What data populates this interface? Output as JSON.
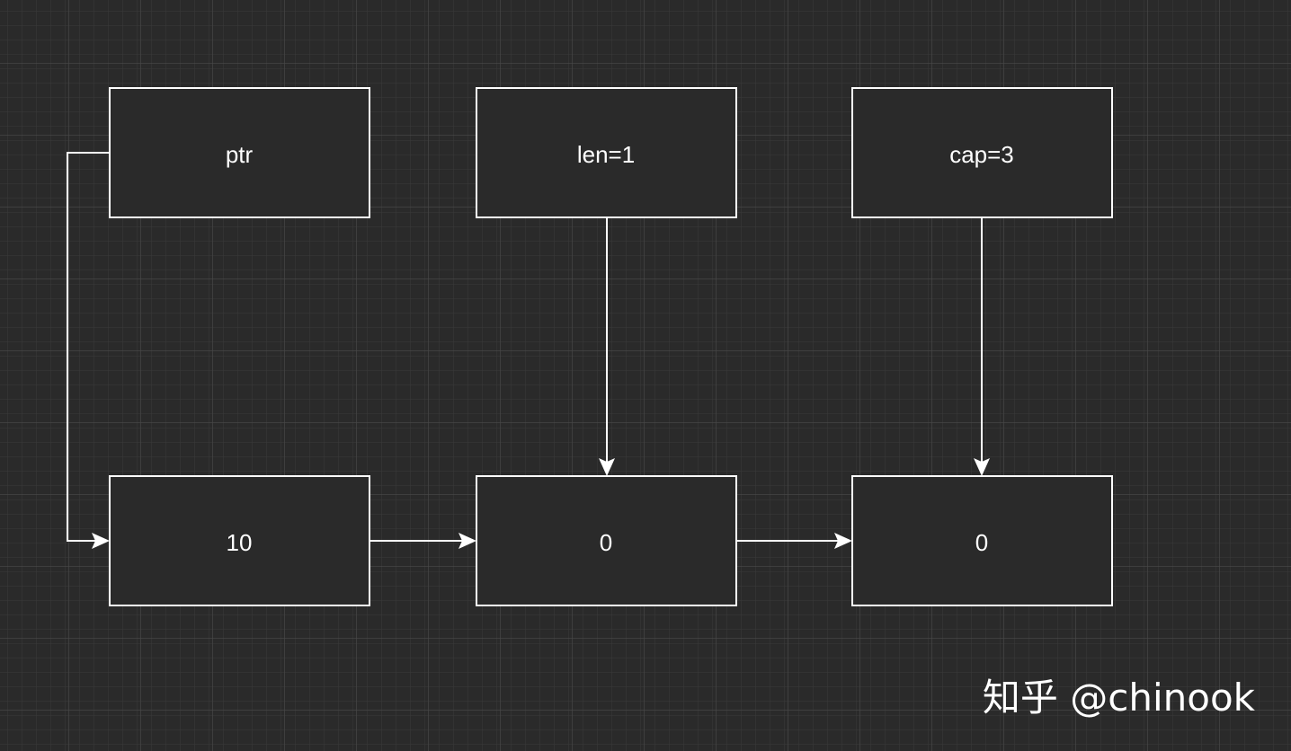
{
  "diagram": {
    "nodes": {
      "ptr": "ptr",
      "len": "len=1",
      "cap": "cap=3",
      "elem0": "10",
      "elem1": "0",
      "elem2": "0"
    }
  },
  "watermark": "知乎 @chinook",
  "colors": {
    "background": "#2a2a2a",
    "stroke": "#ffffff",
    "text": "#ffffff"
  }
}
